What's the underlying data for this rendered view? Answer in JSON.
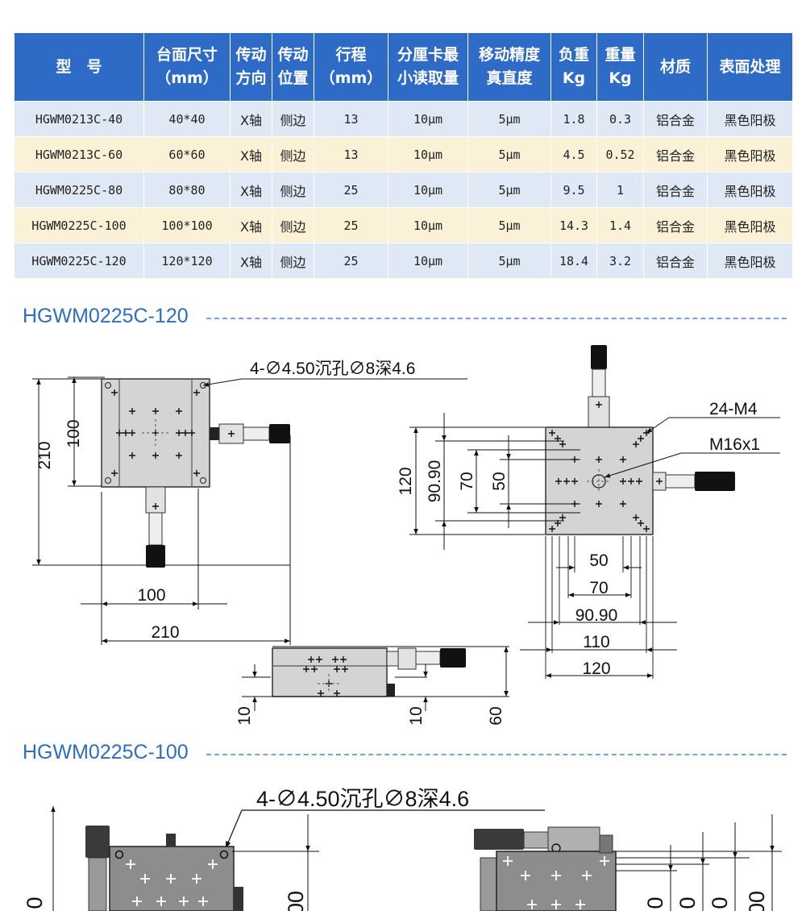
{
  "spec_table": {
    "headers": [
      [
        "型　号"
      ],
      [
        "台面尺寸",
        "（mm）"
      ],
      [
        "传动",
        "方向"
      ],
      [
        "传动",
        "位置"
      ],
      [
        "行程",
        "（mm）"
      ],
      [
        "分厘卡最",
        "小读取量"
      ],
      [
        "移动精度",
        "真直度"
      ],
      [
        "负重",
        "Kg"
      ],
      [
        "重量",
        "Kg"
      ],
      [
        "材质"
      ],
      [
        "表面处理"
      ]
    ],
    "rows": [
      [
        "HGWM0213C-40",
        "40*40",
        "X轴",
        "侧边",
        "13",
        "10μm",
        "5μm",
        "1.8",
        "0.3",
        "铝合金",
        "黑色阳极"
      ],
      [
        "HGWM0213C-60",
        "60*60",
        "X轴",
        "侧边",
        "13",
        "10μm",
        "5μm",
        "4.5",
        "0.52",
        "铝合金",
        "黑色阳极"
      ],
      [
        "HGWM0225C-80",
        "80*80",
        "X轴",
        "侧边",
        "25",
        "10μm",
        "5μm",
        "9.5",
        "1",
        "铝合金",
        "黑色阳极"
      ],
      [
        "HGWM0225C-100",
        "100*100",
        "X轴",
        "侧边",
        "25",
        "10μm",
        "5μm",
        "14.3",
        "1.4",
        "铝合金",
        "黑色阳极"
      ],
      [
        "HGWM0225C-120",
        "120*120",
        "X轴",
        "侧边",
        "25",
        "10μm",
        "5μm",
        "18.4",
        "3.2",
        "铝合金",
        "黑色阳极"
      ]
    ]
  },
  "sections": [
    {
      "title": "HGWM0225C-120",
      "labels": {
        "hole_note": "4-∅4.50沉孔∅8深4.6",
        "tap_note": "24-M4",
        "center_note": "M16x1",
        "dim_210_left": "210",
        "dim_100_left": "100",
        "dim_100_bottom": "100",
        "dim_210_bottom": "210",
        "dim_120_side": "120",
        "dim_9090_side": "90.90",
        "dim_70_side": "70",
        "dim_50_side": "50",
        "dim_50_bottom": "50",
        "dim_70_bottom": "70",
        "dim_9090_bottom": "90.90",
        "dim_110_bottom": "110",
        "dim_120_bottom": "120",
        "dim_10_a": "10",
        "dim_10_b": "10",
        "dim_60": "60"
      }
    },
    {
      "title": "HGWM0225C-100",
      "labels": {
        "hole_note": "4-∅4.50沉孔∅8深4.6",
        "cut_a": "0",
        "cut_b": "00",
        "cut_c": "0",
        "cut_d": "0",
        "cut_e": "0",
        "cut_f": "00"
      }
    }
  ],
  "colors": {
    "header_blue": "#2e6bc6",
    "row_blue": "#dfe9f5",
    "row_cream": "#fbf1d6",
    "title_blue": "#2d6ebd",
    "stage_gray": "#d4d4d4",
    "stage_dark": "#8d8d8d"
  }
}
